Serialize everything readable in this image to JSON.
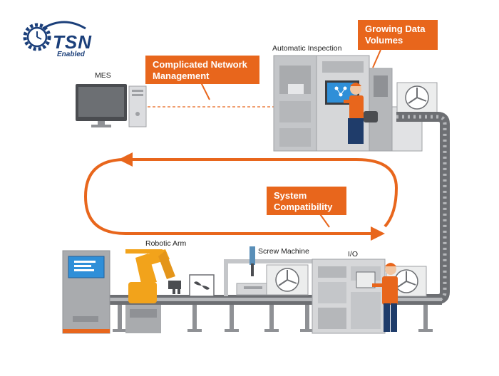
{
  "logo": {
    "brand": "TSN",
    "tagline": "Enabled",
    "colors": {
      "navy": "#1b3f7a",
      "blue": "#2a6fb5"
    }
  },
  "labels": {
    "mes": "MES",
    "automatic_inspection": "Automatic Inspection",
    "robotic_arm": "Robotic Arm",
    "screw_machine": "Screw Machine",
    "io": "I/O"
  },
  "callouts": {
    "network": "Complicated Network Management",
    "data": "Growing Data Volumes",
    "compat": "System Compatibility"
  },
  "colors": {
    "accent": "#e8661c",
    "machine_grey": "#a9abae",
    "machine_light": "#d6d7d9",
    "conveyor": "#6d6f73",
    "screen_blue": "#2f8fd8",
    "robot_yellow": "#f2a31b"
  },
  "icons": [
    "gear-icon",
    "clock-icon",
    "monitor-icon",
    "fan-icon",
    "robot-arm-icon",
    "worker-icon",
    "loop-arrow-icon"
  ]
}
